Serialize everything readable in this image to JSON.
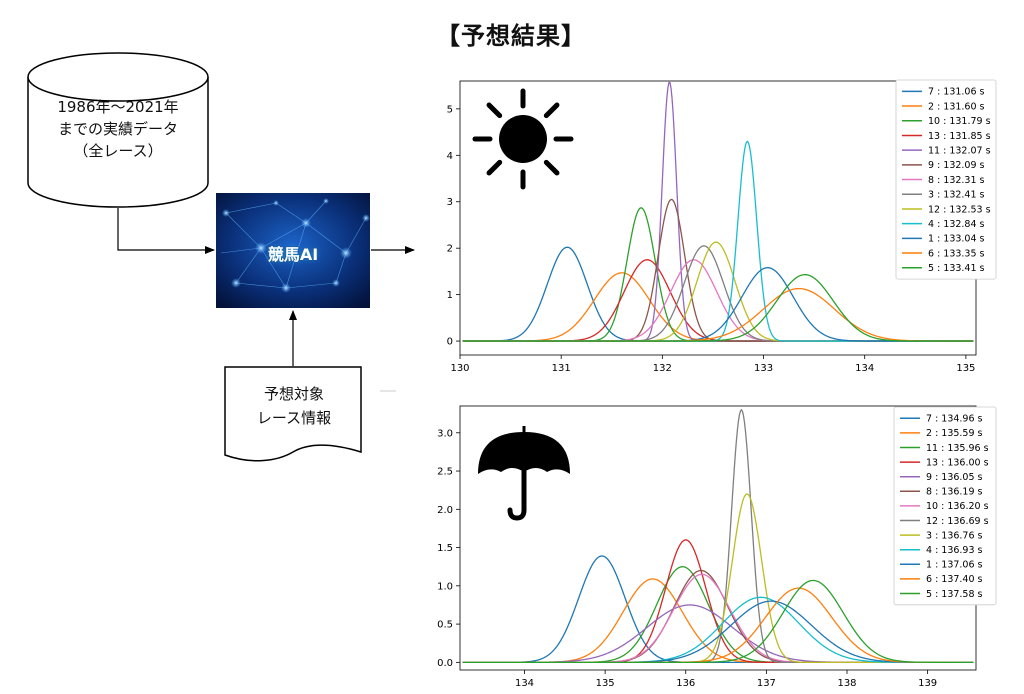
{
  "title": "【予想結果】",
  "database": {
    "lines": [
      "1986年～2021年",
      "までの実績データ",
      "（全レース）"
    ]
  },
  "ai_box": {
    "label": "競馬AI"
  },
  "document": {
    "lines": [
      "予想対象",
      "レース情報"
    ]
  },
  "icons": {
    "top_chart": "sun-icon",
    "bottom_chart": "umbrella-icon"
  },
  "chart_data": [
    {
      "type": "line",
      "condition_icon": "sun-icon",
      "xlim": [
        130,
        135.1
      ],
      "ylim": [
        -0.3,
        5.6
      ],
      "xticks": [
        130,
        131,
        132,
        133,
        134,
        135
      ],
      "yticks": [
        0,
        1,
        2,
        3,
        4,
        5
      ],
      "legend_position": "top-right",
      "series": [
        {
          "name": "7 : 131.06 s",
          "mean": 131.06,
          "peak": 2.02,
          "color": "#1f77b4"
        },
        {
          "name": "2 : 131.60 s",
          "mean": 131.6,
          "peak": 1.47,
          "color": "#ff7f0e"
        },
        {
          "name": "10 : 131.79 s",
          "mean": 131.79,
          "peak": 2.87,
          "color": "#2ca02c"
        },
        {
          "name": "13 : 131.85 s",
          "mean": 131.85,
          "peak": 1.75,
          "color": "#d62728"
        },
        {
          "name": "11 : 132.07 s",
          "mean": 132.07,
          "peak": 5.58,
          "color": "#9467bd"
        },
        {
          "name": "9 : 132.09 s",
          "mean": 132.09,
          "peak": 3.05,
          "color": "#8c564b"
        },
        {
          "name": "8 : 132.31 s",
          "mean": 132.31,
          "peak": 1.75,
          "color": "#e377c2"
        },
        {
          "name": "3 : 132.41 s",
          "mean": 132.41,
          "peak": 2.05,
          "color": "#7f7f7f"
        },
        {
          "name": "12 : 132.53 s",
          "mean": 132.53,
          "peak": 2.13,
          "color": "#bcbd22"
        },
        {
          "name": "4 : 132.84 s",
          "mean": 132.84,
          "peak": 4.3,
          "color": "#17becf"
        },
        {
          "name": "1 : 133.04 s",
          "mean": 133.04,
          "peak": 1.58,
          "color": "#1f77b4"
        },
        {
          "name": "6 : 133.35 s",
          "mean": 133.35,
          "peak": 1.13,
          "color": "#ff7f0e"
        },
        {
          "name": "5 : 133.41 s",
          "mean": 133.41,
          "peak": 1.43,
          "color": "#2ca02c"
        }
      ]
    },
    {
      "type": "line",
      "condition_icon": "umbrella-icon",
      "xlim": [
        133.2,
        139.6
      ],
      "ylim": [
        -0.1,
        3.35
      ],
      "xticks": [
        134,
        135,
        136,
        137,
        138,
        139
      ],
      "yticks": [
        0.0,
        0.5,
        1.0,
        1.5,
        2.0,
        2.5,
        3.0
      ],
      "legend_position": "top-right",
      "series": [
        {
          "name": "7 : 134.96 s",
          "mean": 134.96,
          "peak": 1.39,
          "color": "#1f77b4"
        },
        {
          "name": "2 : 135.59 s",
          "mean": 135.59,
          "peak": 1.09,
          "color": "#ff7f0e"
        },
        {
          "name": "11 : 135.96 s",
          "mean": 135.96,
          "peak": 1.25,
          "color": "#2ca02c"
        },
        {
          "name": "13 : 136.00 s",
          "mean": 136.0,
          "peak": 1.6,
          "color": "#d62728"
        },
        {
          "name": "9 : 136.05 s",
          "mean": 136.05,
          "peak": 0.75,
          "color": "#9467bd"
        },
        {
          "name": "8 : 136.19 s",
          "mean": 136.19,
          "peak": 1.2,
          "color": "#8c564b"
        },
        {
          "name": "10 : 136.20 s",
          "mean": 136.2,
          "peak": 1.15,
          "color": "#e377c2"
        },
        {
          "name": "12 : 136.69 s",
          "mean": 136.69,
          "peak": 3.3,
          "color": "#7f7f7f"
        },
        {
          "name": "3 : 136.76 s",
          "mean": 136.76,
          "peak": 2.2,
          "color": "#bcbd22"
        },
        {
          "name": "4 : 136.93 s",
          "mean": 136.93,
          "peak": 0.85,
          "color": "#17becf"
        },
        {
          "name": "1 : 137.06 s",
          "mean": 137.06,
          "peak": 0.8,
          "color": "#1f77b4"
        },
        {
          "name": "6 : 137.40 s",
          "mean": 137.4,
          "peak": 0.97,
          "color": "#ff7f0e"
        },
        {
          "name": "5 : 137.58 s",
          "mean": 137.58,
          "peak": 1.07,
          "color": "#2ca02c"
        }
      ]
    }
  ]
}
